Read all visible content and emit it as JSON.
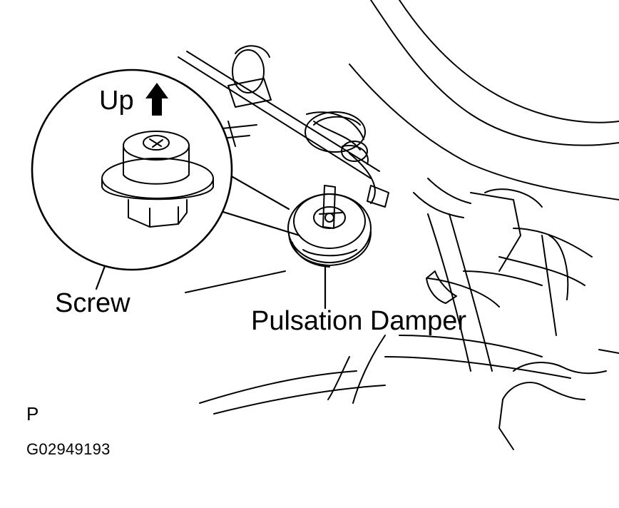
{
  "labels": {
    "up": "Up",
    "screw": "Screw",
    "pulsation_damper": "Pulsation Damper",
    "view_code": "P",
    "figure_code": "G02949193"
  },
  "colors": {
    "line": "#000000",
    "background": "#ffffff"
  },
  "icons": {
    "up_arrow": "arrow-up-icon"
  }
}
